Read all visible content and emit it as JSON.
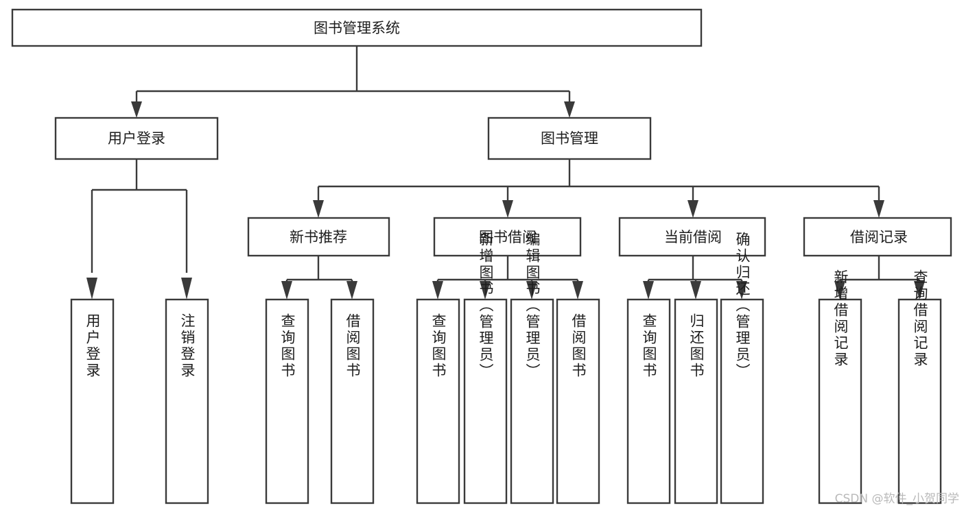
{
  "diagram": {
    "title": "图书管理系统",
    "type": "tree-hierarchy-chart",
    "root": {
      "id": "root",
      "label": "图书管理系统"
    },
    "level2": [
      {
        "id": "user-login",
        "label": "用户登录"
      },
      {
        "id": "book-manage",
        "label": "图书管理"
      }
    ],
    "level3": [
      {
        "id": "new-book-rec",
        "label": "新书推荐",
        "parent": "book-manage"
      },
      {
        "id": "book-borrow",
        "label": "图书借阅",
        "parent": "book-manage"
      },
      {
        "id": "current-borrow",
        "label": "当前借阅",
        "parent": "book-manage"
      },
      {
        "id": "borrow-record",
        "label": "借阅记录",
        "parent": "book-manage"
      }
    ],
    "leaves": [
      {
        "id": "leaf-user-login",
        "label": "用户登录",
        "parent": "user-login"
      },
      {
        "id": "leaf-logout-login",
        "label": "注销登录",
        "parent": "user-login"
      },
      {
        "id": "leaf-query-book-1",
        "label": "查询图书",
        "parent": "new-book-rec"
      },
      {
        "id": "leaf-borrow-book-1",
        "label": "借阅图书",
        "parent": "new-book-rec"
      },
      {
        "id": "leaf-query-book-2",
        "label": "查询图书",
        "parent": "book-borrow"
      },
      {
        "id": "leaf-add-book",
        "label": "新增图书（管理员）",
        "parent": "book-borrow"
      },
      {
        "id": "leaf-edit-book",
        "label": "编辑图书（管理员）",
        "parent": "book-borrow"
      },
      {
        "id": "leaf-borrow-book-2",
        "label": "借阅图书",
        "parent": "book-borrow"
      },
      {
        "id": "leaf-query-book-3",
        "label": "查询图书",
        "parent": "current-borrow"
      },
      {
        "id": "leaf-return-book",
        "label": "归还图书",
        "parent": "current-borrow"
      },
      {
        "id": "leaf-confirm-return",
        "label": "确认归还（管理员）",
        "parent": "current-borrow"
      },
      {
        "id": "leaf-add-record",
        "label": "新增借阅记录",
        "parent": "borrow-record"
      },
      {
        "id": "leaf-query-record",
        "label": "查询借阅记录",
        "parent": "borrow-record"
      }
    ],
    "colors": {
      "stroke": "#3a3a3a",
      "fill": "#ffffff",
      "text": "#1d1d1d",
      "watermark": "#b9b9b9"
    }
  },
  "watermark": {
    "text": "CSDN @软件_小贺同学"
  }
}
